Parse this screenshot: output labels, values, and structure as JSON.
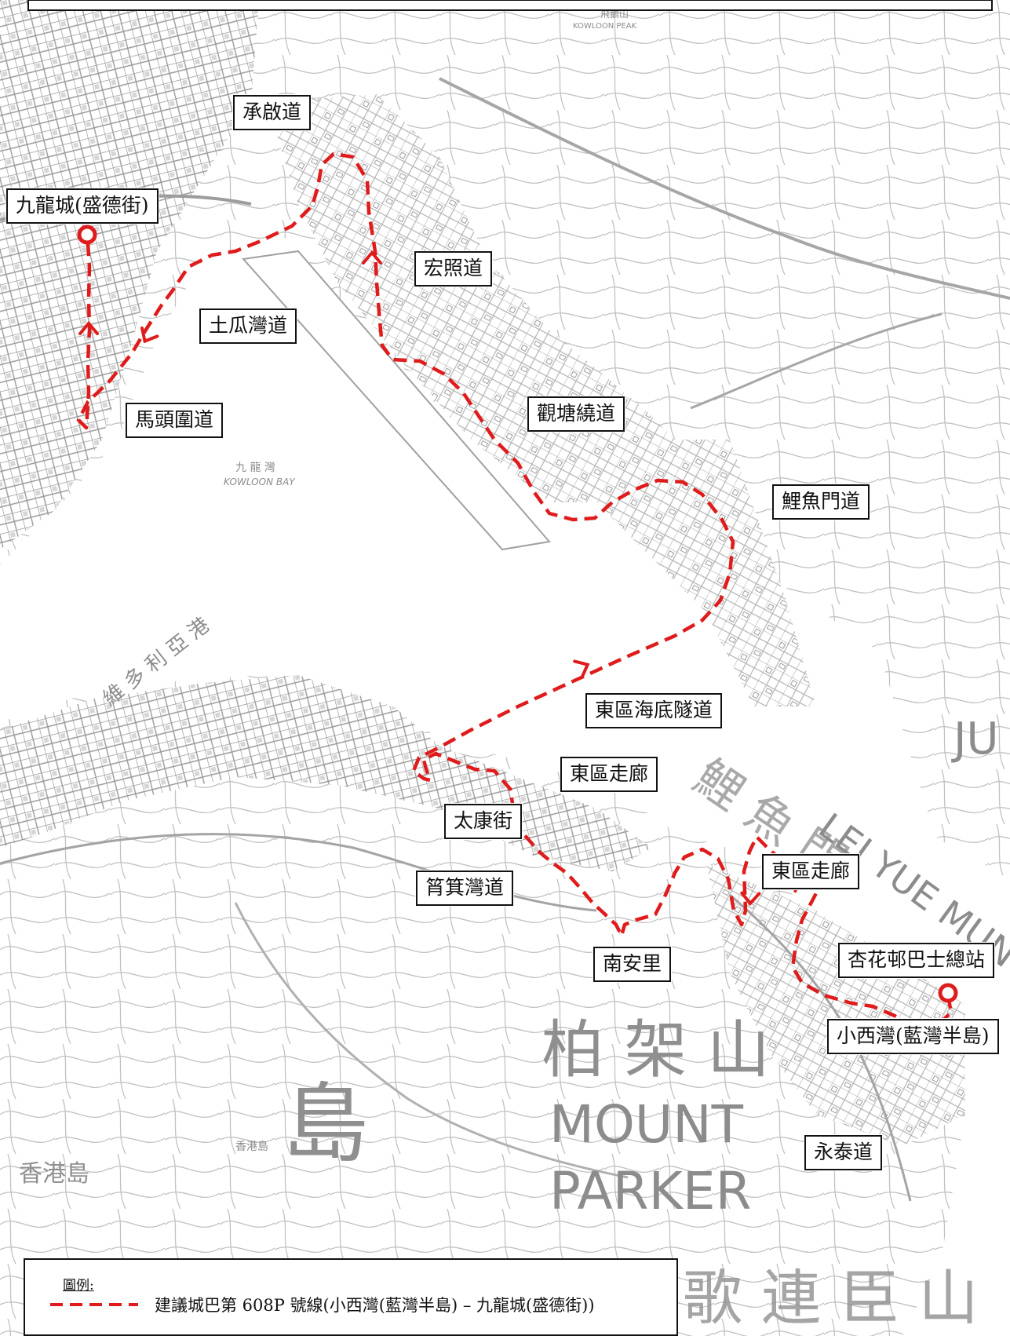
{
  "map": {
    "background": "#ffffff",
    "road_color": "#a8a8a8",
    "route_color": "#e01b1b",
    "terminal_icon": "circle-marker-icon",
    "direction_icon": "arrowhead-icon"
  },
  "labels": {
    "kowloon_city": "九龍城(盛德街)",
    "shing_kai_road": "承啟道",
    "wang_chiu_road": "宏照道",
    "to_kwa_wan_road": "土瓜灣道",
    "ma_tau_wai_road": "馬頭圍道",
    "kwun_tong_bypass": "觀塘繞道",
    "lei_yue_mun_road": "鯉魚門道",
    "eastern_harbour_crossing": "東區海底隧道",
    "island_eastern_corridor_1": "東區走廊",
    "tai_hong_street": "太康街",
    "shau_kei_wan_road": "筲箕灣道",
    "nam_on_lane": "南安里",
    "island_eastern_corridor_2": "東區走廊",
    "heng_fa_chuen_bus_terminus": "杏花邨巴士總站",
    "siu_sai_wan": "小西灣(藍灣半島)",
    "wing_tai_road": "永泰道"
  },
  "basemap_text": {
    "kowloon_bay_cn": "九 龍 灣",
    "kowloon_bay_en": "KOWLOON BAY",
    "victoria_harbour": "維 多 利 亞 港",
    "lei_yue_mun_cn": "鯉 魚 門",
    "lei_yue_mun_en": "LEI YUE MUN",
    "mount_parker_cn": "柏 架 山",
    "mount_parker_en_1": "MOUNT",
    "mount_parker_en_2": "PARKER",
    "island_cn": "島",
    "hong_kong_island_small": "香港島",
    "hong_kong_island_left": "香港島",
    "mount_collinson_cn": "歌 連 臣 山",
    "kowloon_peak_cn": "飛鵝山",
    "kowloon_peak_en": "KOWLOON PEAK",
    "edge_letters": "JU"
  },
  "legend": {
    "title": "圖例:",
    "route_text": "建議城巴第 608P 號線(小西灣(藍灣半島)  – 九龍城(盛德街))"
  }
}
